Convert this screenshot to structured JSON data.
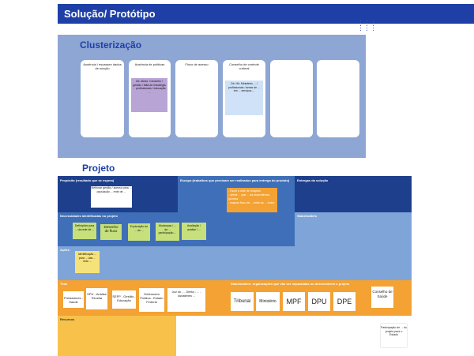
{
  "header": {
    "title": "Solução/ Protótipo",
    "icon": "grid-people-icon"
  },
  "cluster": {
    "title": "Clusterização",
    "cards": [
      {
        "label": "Ausência / escassez dados de sucção"
      },
      {
        "label": "Ausência de políticas"
      },
      {
        "label": "Fluxo de acesso"
      },
      {
        "label": "Conselho de controle cultural"
      },
      {
        "label": ""
      },
      {
        "label": ""
      }
    ],
    "sticky_purple": "Dir. Aledo: Conselho / gestão / falta de estratégia ... profissionais / educação ...",
    "sticky_blue": "Dir. Hh: Ministério ... / profissionais / áreas de ... em ... serviços ..."
  },
  "projeto": {
    "title": "Projeto",
    "sections": {
      "proposito": "Propósito (resultado que se espera)",
      "escopo": "Escopo (trabalhos que precisam ser realizados para entrega do produto)",
      "entregas": "Entregas da solução",
      "necessidades": "Necessidades identificadas no projeto",
      "stakeholders_label": "Stakeholders",
      "acoes": "Ações",
      "time": "Time",
      "stakeholders_ext": "Stakeholders: organizações que vão ser impactadas ou desenvolvem o projeto",
      "recursos": "Recursos"
    },
    "proposito_note": "Melhorar gestão / acesso para ... população ... rede de ...",
    "escopo_items": [
      "- Fazer a rede de relações",
      "- definir ... que ... da dependência química",
      "- mapear fluxo de ... entre as ... redes"
    ],
    "needs_notes": [
      "Definições para ... da rede de ...",
      "Desenho de fluxo",
      "Exploração de ... de ...",
      "Mudanças / ... da ... participação ...",
      "Avaliação / análise / ..."
    ],
    "acoes_note": "Identificação ... para ... das ... rede ...",
    "time_members": [
      "Prestadores - Saúde",
      "SPU - Análise Receita",
      "SEFP - Gestão - Educação",
      "Defensoria Pública - Estado Federal",
      "Juiz da ... - Diretor - ... - Assistentes ..."
    ],
    "stakeholders": [
      "Tribunal",
      "Ministério",
      "MPF",
      "DPU",
      "DPE"
    ],
    "last_stakeholder": "Conselho de Saúde",
    "comment": "Participação de ... do projeto para o Estado"
  }
}
